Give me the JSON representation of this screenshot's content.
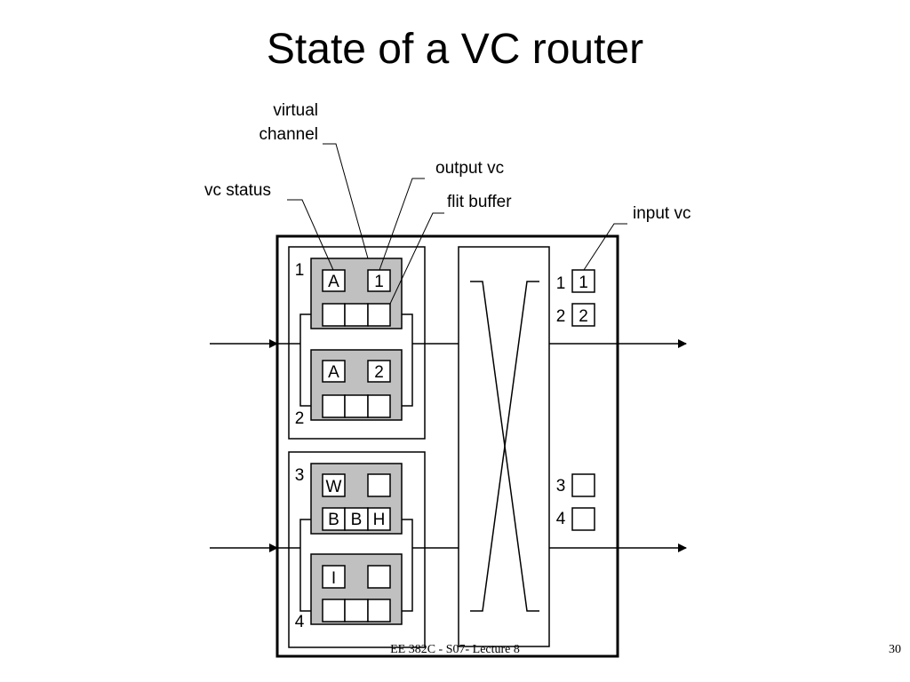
{
  "slide": {
    "title": "State of a VC router",
    "footer": "EE 382C - S07- Lecture 8",
    "page_number": "30"
  },
  "labels": {
    "virtual_channel_line1": "virtual",
    "virtual_channel_line2": "channel",
    "output_vc": "output vc",
    "vc_status": "vc status",
    "flit_buffer": "flit buffer",
    "input_vc": "input vc"
  },
  "vcs": [
    {
      "number": "1",
      "status": "A",
      "output_vc": "1",
      "buffer": [
        "",
        "",
        ""
      ]
    },
    {
      "number": "2",
      "status": "A",
      "output_vc": "2",
      "buffer": [
        "",
        "",
        ""
      ]
    },
    {
      "number": "3",
      "status": "W",
      "output_vc": "",
      "buffer": [
        "B",
        "B",
        "H"
      ]
    },
    {
      "number": "4",
      "status": "I",
      "output_vc": "",
      "buffer": [
        "",
        "",
        ""
      ]
    }
  ],
  "output_state": [
    {
      "number": "1",
      "input_vc": "1"
    },
    {
      "number": "2",
      "input_vc": "2"
    },
    {
      "number": "3",
      "input_vc": ""
    },
    {
      "number": "4",
      "input_vc": ""
    }
  ]
}
